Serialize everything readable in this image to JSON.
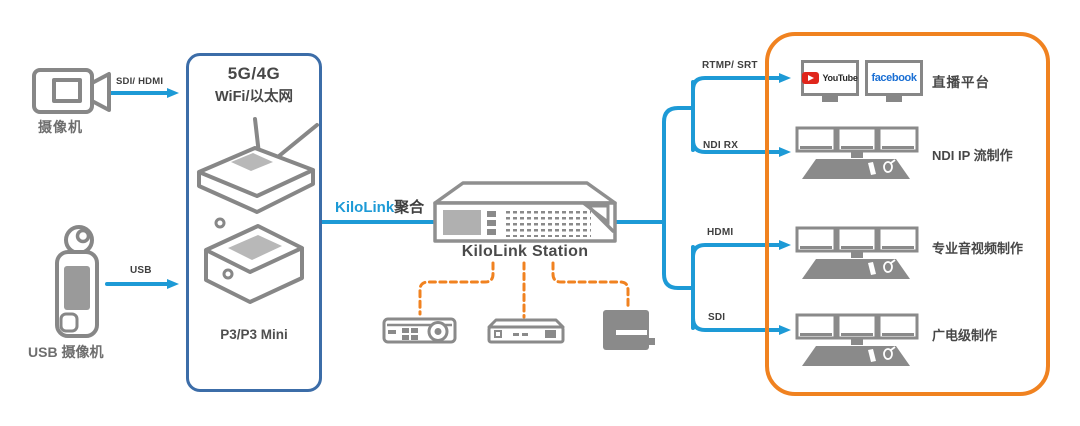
{
  "colors": {
    "blue": "#1d9ad6",
    "box_blue": "#3c6da8",
    "orange": "#f08220",
    "device_gray": "#8a8a8a",
    "text_dark": "#3f3f3f",
    "youtube_red": "#e0261c",
    "facebook_blue": "#1a6fd4"
  },
  "left": {
    "camera_label": "摄像机",
    "usb_camera_label": "USB 摄像机"
  },
  "links": {
    "sdi_hdmi": "SDI/ HDMI",
    "usb": "USB",
    "kilolink_brand": "KiloLink",
    "kilolink_suffix": "聚合",
    "rtmp_srt": "RTMP/ SRT",
    "ndi_rx": "NDI RX",
    "hdmi": "HDMI",
    "sdi": "SDI"
  },
  "encoder_box": {
    "title_line1": "5G/4G",
    "title_line2": "WiFi/以太网",
    "device_label": "P3/P3 Mini"
  },
  "station": {
    "label": "KiloLink Station"
  },
  "platforms": {
    "youtube": "YouTube",
    "facebook": "facebook"
  },
  "outputs": [
    {
      "label": "直播平台"
    },
    {
      "label": "NDI IP 流制作"
    },
    {
      "label": "专业音视频制作"
    },
    {
      "label": "广电级制作"
    }
  ]
}
